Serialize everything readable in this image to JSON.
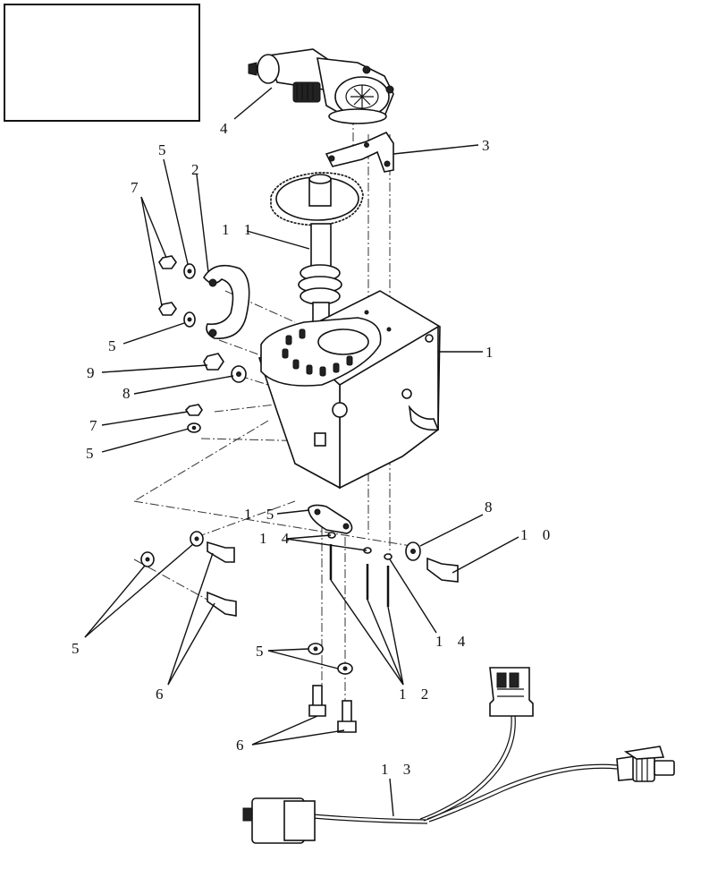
{
  "diagram": {
    "callouts": [
      {
        "id": "c1",
        "text": "1"
      },
      {
        "id": "c2",
        "text": "2"
      },
      {
        "id": "c3",
        "text": "3"
      },
      {
        "id": "c4",
        "text": "4"
      },
      {
        "id": "c5a",
        "text": "5"
      },
      {
        "id": "c5b",
        "text": "5"
      },
      {
        "id": "c5c",
        "text": "5"
      },
      {
        "id": "c5d",
        "text": "5"
      },
      {
        "id": "c5e",
        "text": "5"
      },
      {
        "id": "c6a",
        "text": "6"
      },
      {
        "id": "c6b",
        "text": "6"
      },
      {
        "id": "c7a",
        "text": "7"
      },
      {
        "id": "c7b",
        "text": "7"
      },
      {
        "id": "c8a",
        "text": "8"
      },
      {
        "id": "c8b",
        "text": "8"
      },
      {
        "id": "c9",
        "text": "9"
      },
      {
        "id": "c10",
        "text": "1 0"
      },
      {
        "id": "c11",
        "text": "1 1"
      },
      {
        "id": "c12",
        "text": "1 2"
      },
      {
        "id": "c13",
        "text": "1 3"
      },
      {
        "id": "c14a",
        "text": "1 4"
      },
      {
        "id": "c14b",
        "text": "1 4"
      },
      {
        "id": "c15",
        "text": "1 5"
      }
    ]
  }
}
